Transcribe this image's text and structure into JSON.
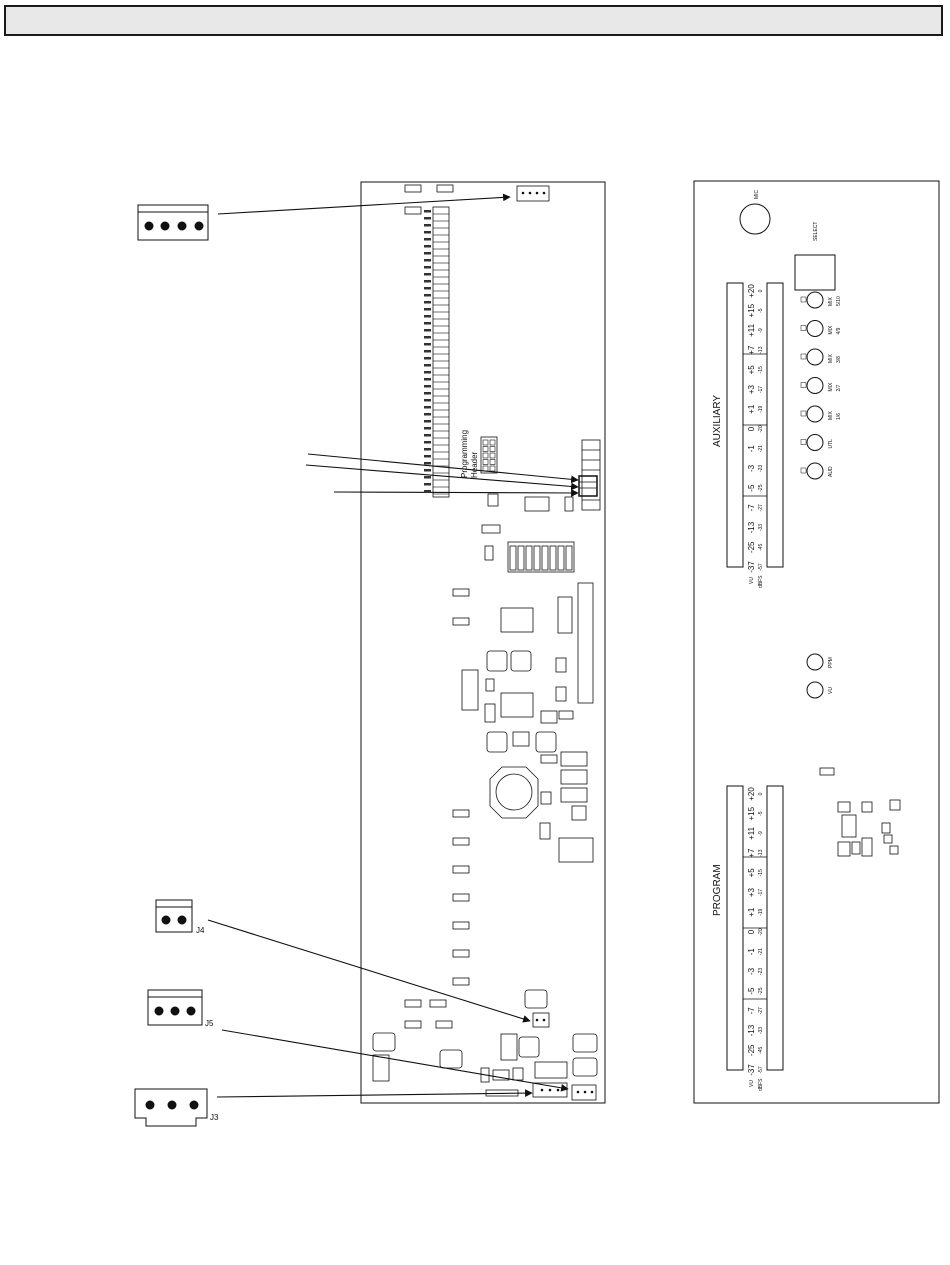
{
  "header": {
    "title": ""
  },
  "connectors": {
    "j4": "J4",
    "j5": "J5",
    "j3": "J3"
  },
  "main_board": {
    "programming_header_line1": "Programming",
    "programming_header_line2": "Header"
  },
  "front_panel": {
    "mic_label": "MIC",
    "select_label": "SELECT",
    "auxiliary_label": "AUXILIARY",
    "program_label": "PROGRAM",
    "vu_label": "VU",
    "dbfs_label": "dBFS",
    "scale_top": [
      "+20",
      "+15",
      "+11",
      "+7",
      "+5",
      "+3",
      "+1",
      "0",
      "-1",
      "-3",
      "-5",
      "-7",
      "-13",
      "-25",
      "-37"
    ],
    "scale_bottom": [
      "0",
      "-5",
      "-9",
      "-13",
      "-15",
      "-17",
      "-19",
      "-20",
      "-21",
      "-23",
      "-25",
      "-27",
      "-33",
      "-45",
      "-57"
    ],
    "buttons": [
      {
        "l1": "MIX",
        "l2": "5/10"
      },
      {
        "l1": "MIX",
        "l2": "4/9"
      },
      {
        "l1": "MIX",
        "l2": "3/8"
      },
      {
        "l1": "MIX",
        "l2": "2/7"
      },
      {
        "l1": "MIX",
        "l2": "1/6"
      },
      {
        "l1": "UTL",
        "l2": ""
      },
      {
        "l1": "AUD",
        "l2": ""
      }
    ],
    "ppm_label": "PPM",
    "vu_button_label": "VU"
  }
}
